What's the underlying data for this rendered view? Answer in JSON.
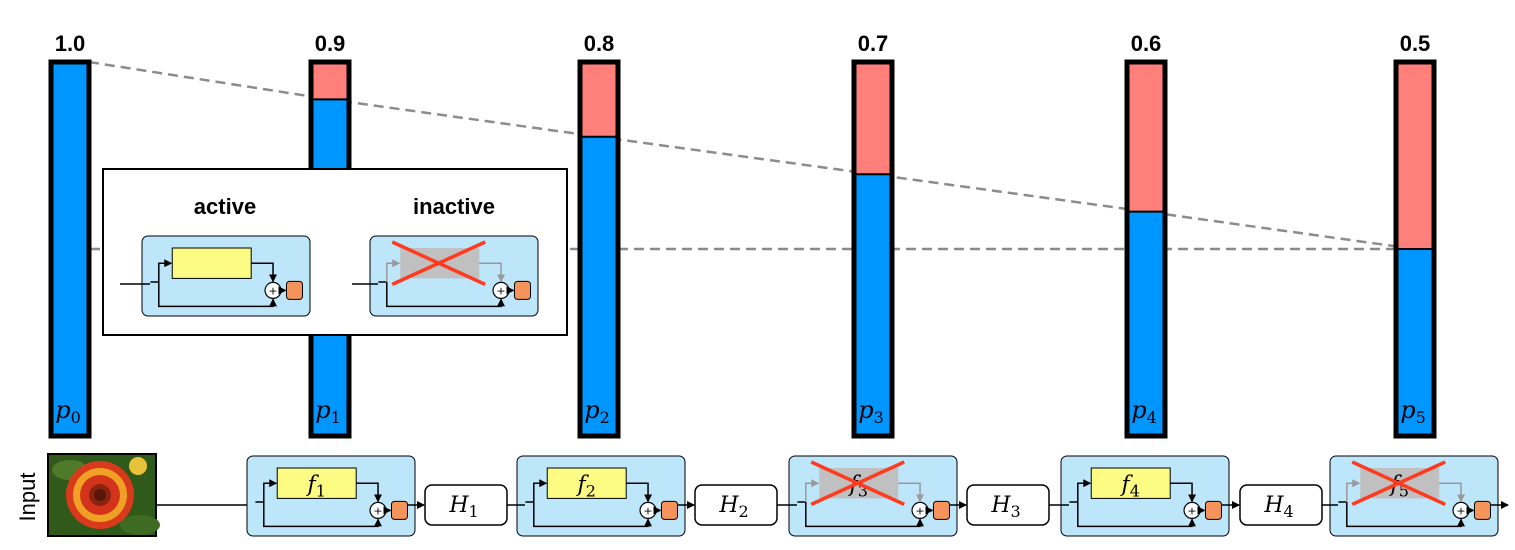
{
  "input_label": "Input",
  "columns": [
    {
      "prob": "1.0",
      "survival": 1.0,
      "label": "p",
      "sub": "0"
    },
    {
      "prob": "0.9",
      "survival": 0.9,
      "label": "p",
      "sub": "1"
    },
    {
      "prob": "0.8",
      "survival": 0.8,
      "label": "p",
      "sub": "2"
    },
    {
      "prob": "0.7",
      "survival": 0.7,
      "label": "p",
      "sub": "3"
    },
    {
      "prob": "0.6",
      "survival": 0.6,
      "label": "p",
      "sub": "4"
    },
    {
      "prob": "0.5",
      "survival": 0.5,
      "label": "p",
      "sub": "5"
    }
  ],
  "legend": {
    "active_title": "active",
    "inactive_title": "inactive"
  },
  "blocks": [
    {
      "label": "f",
      "sub": "1",
      "active": true
    },
    {
      "label": "f",
      "sub": "2",
      "active": true
    },
    {
      "label": "f",
      "sub": "3",
      "active": false
    },
    {
      "label": "f",
      "sub": "4",
      "active": true
    },
    {
      "label": "f",
      "sub": "5",
      "active": false
    }
  ],
  "transitions": [
    {
      "label": "H",
      "sub": "1"
    },
    {
      "label": "H",
      "sub": "2"
    },
    {
      "label": "H",
      "sub": "3"
    },
    {
      "label": "H",
      "sub": "4"
    }
  ],
  "colors": {
    "survive": "#0096ff",
    "drop": "#ff7f7b",
    "block_bg": "#bde6fb",
    "func": "#fcfc84",
    "inactive_func": "#c0c0c0",
    "cross": "#ff3b1f",
    "bn": "#f4945a",
    "dash": "#8c8c8c"
  }
}
